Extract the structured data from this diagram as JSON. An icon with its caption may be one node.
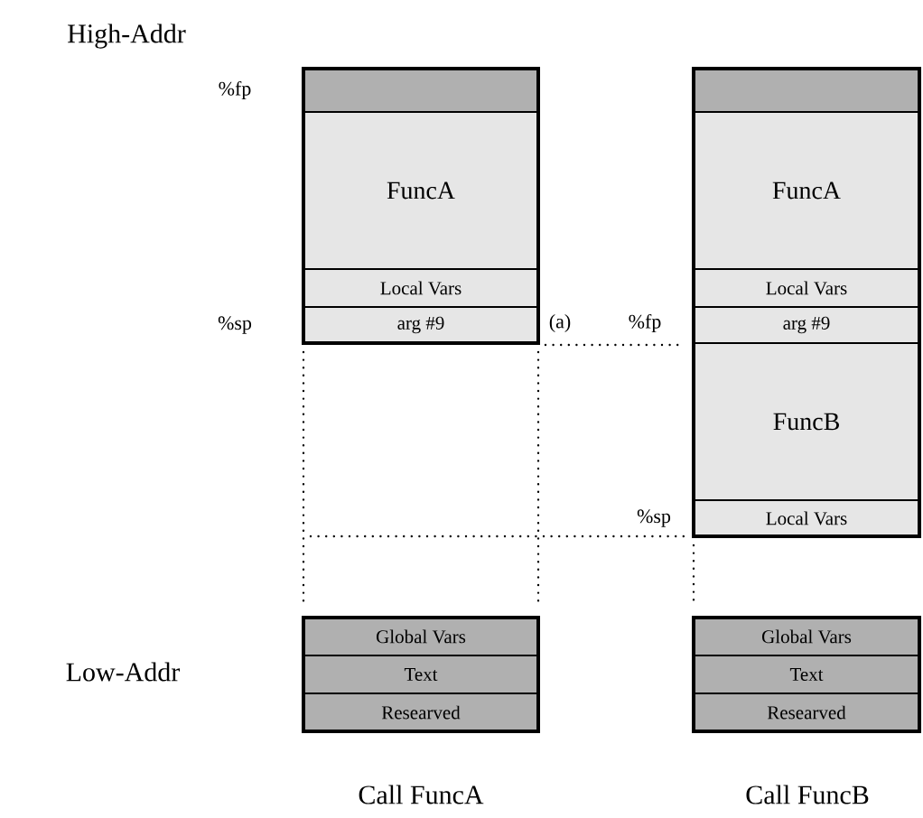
{
  "diagram": {
    "nodes": [
      {
        "text": [],
        "shape": "box"
      },
      {
        "text": [
          "FuncA"
        ]
      },
      {
        "text": [
          "Local Vars"
        ]
      },
      {
        "text": [
          "arg #9"
        ]
      },
      {
        "text": [
          "Global Vars"
        ]
      },
      {
        "text": [
          "Text"
        ]
      },
      {
        "text": [
          "Researved"
        ]
      },
      {
        "text": [],
        "shape": "box"
      },
      {
        "text": [
          "FuncA"
        ]
      },
      {
        "text": [
          "Local Vars"
        ]
      },
      {
        "text": [
          "arg #9"
        ]
      },
      {
        "text": [
          "FuncB"
        ]
      },
      {
        "text": [
          "Local Vars"
        ]
      },
      {
        "text": [
          "Global Vars"
        ]
      },
      {
        "text": [
          "Text"
        ]
      },
      {
        "text": [
          "Researved"
        ]
      }
    ],
    "labels": [
      "High-Addr",
      "%fp",
      "%sp",
      "(a)",
      "%fp",
      "%sp",
      "Low-Addr",
      "Call FuncA",
      "Call FuncB"
    ]
  }
}
